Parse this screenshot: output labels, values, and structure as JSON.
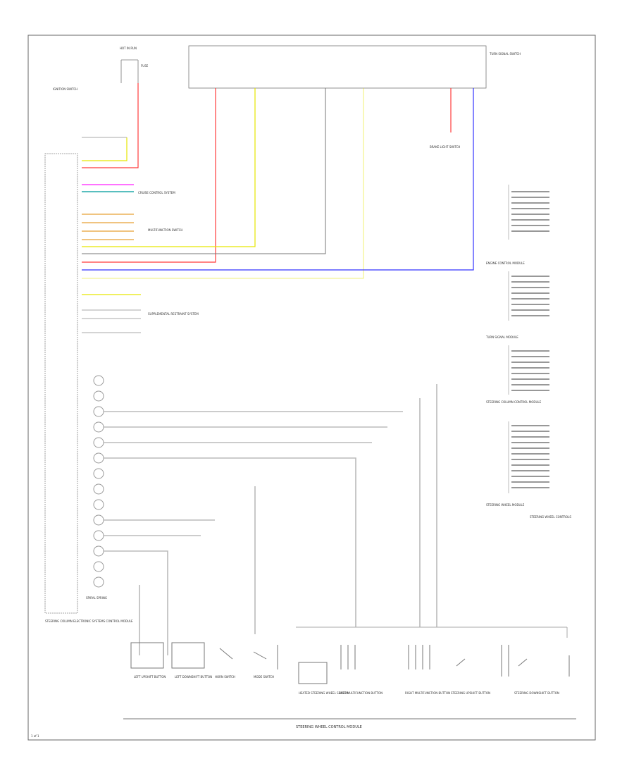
{
  "labels": {
    "ignition_switch": "IGNITION SWITCH",
    "hot_in_run": "HOT IN RUN",
    "fuse": "FUSE",
    "turn_signal_sw": "TURN SIGNAL SWITCH",
    "brake_light_sw": "BRAKE LIGHT SWITCH",
    "cruise_control_sys": "CRUISE CONTROL SYSTEM",
    "multifunction_sw": "MULTIFUNCTION SWITCH",
    "supplemental_restraint": "SUPPLEMENTAL RESTRAINT SYSTEM",
    "engine_control_module": "ENGINE CONTROL MODULE",
    "turn_signal_module": "TURN SIGNAL MODULE",
    "steering_column_module": "STEERING COLUMN CONTROL MODULE",
    "steering_wheel_module": "STEERING WHEEL MODULE",
    "spiral_spring": "SPIRAL SPRING",
    "steering_wheel_controls": "STEERING WHEEL CONTROLS",
    "bottom_title": "STEERING WHEEL CONTROL MODULE",
    "main_module": "STEERING COLUMN ELECTRONIC SYSTEMS CONTROL MODULE",
    "page_number": "1 of 1"
  },
  "colors": {
    "red": "#ff3b3b",
    "yellow": "#e6e600",
    "blue": "#3333ff",
    "pink": "#ff44ff",
    "orange": "#e08a00",
    "cyan": "#22aaaa",
    "gray": "#777777"
  },
  "bottom_components": [
    {
      "name": "LEFT UPSHIFT BUTTON"
    },
    {
      "name": "LEFT DOWNSHIFT BUTTON"
    },
    {
      "name": "HORN SWITCH"
    },
    {
      "name": "MODE SWITCH"
    },
    {
      "name": "HEATED STEERING WHEEL SENSOR"
    },
    {
      "name": "LEFT MULTIFUNCTION BUTTON"
    },
    {
      "name": "RIGHT MULTIFUNCTION BUTTON"
    },
    {
      "name": "STEERING UPSHIFT BUTTON"
    },
    {
      "name": "STEERING DOWNSHIFT BUTTON"
    }
  ]
}
